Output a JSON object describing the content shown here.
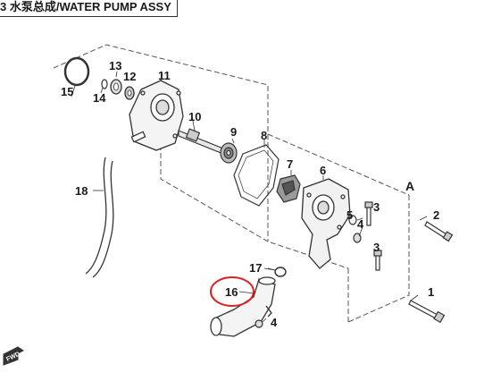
{
  "title": "3 水泵总成/WATER PUMP ASSY",
  "callouts": {
    "p1": "1",
    "p2": "2",
    "p3a": "3",
    "p3b": "3",
    "p4a": "4",
    "p4b": "4",
    "p5": "5",
    "p6": "6",
    "p7": "7",
    "p8": "8",
    "p9": "9",
    "p10": "10",
    "p11": "11",
    "p12": "12",
    "p13": "13",
    "p14": "14",
    "p15": "15",
    "p16": "16",
    "p17": "17",
    "p18": "18",
    "detail": "A"
  },
  "fwd_label": "FWD",
  "highlight_color": "#e02020",
  "line_color": "#4a4a4a"
}
